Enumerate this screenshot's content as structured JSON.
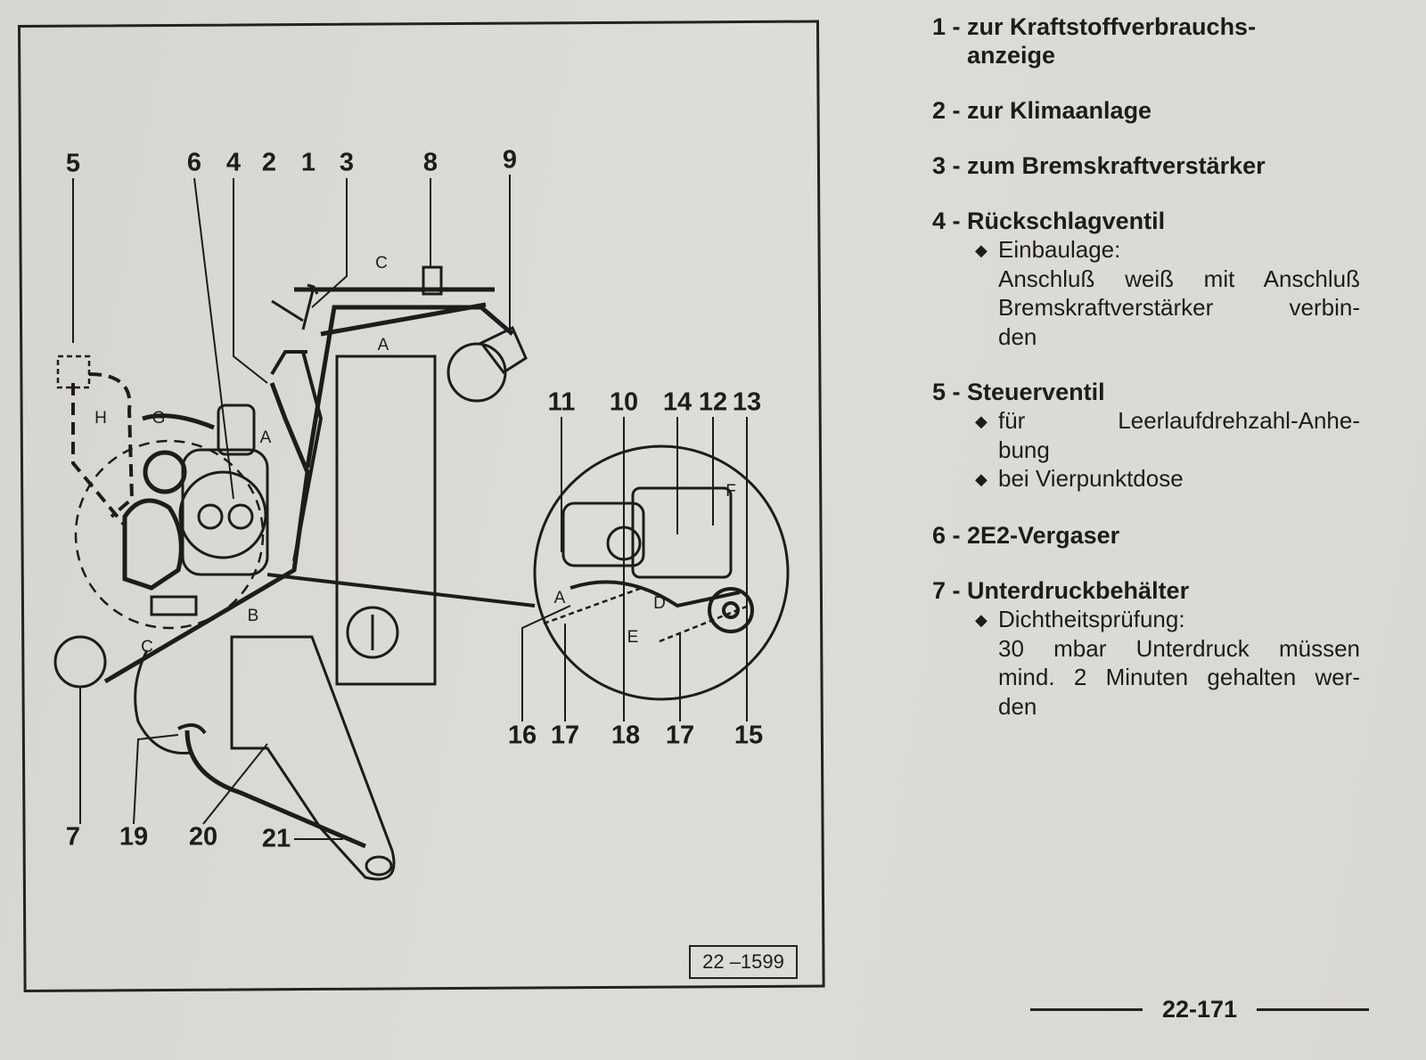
{
  "figure": {
    "id_label": "22 –1599",
    "callouts_top": [
      "5",
      "6",
      "4",
      "2",
      "1",
      "3",
      "8",
      "9"
    ],
    "callouts_inset_top": [
      "11",
      "10",
      "14",
      "12",
      "13"
    ],
    "callouts_inset_bottom": [
      "16",
      "17",
      "18",
      "17",
      "15"
    ],
    "callouts_bottom": [
      "7",
      "19",
      "20",
      "21"
    ],
    "hose_letters": [
      "C",
      "A",
      "H",
      "G",
      "A",
      "B",
      "C",
      "F",
      "A",
      "D",
      "E"
    ]
  },
  "legend": [
    {
      "num": "1 - ",
      "title": [
        "zur Kraftstoffverbrauchs-",
        "anzeige"
      ],
      "bullets": []
    },
    {
      "num": "2 - ",
      "title": [
        "zur Klimaanlage"
      ],
      "bullets": []
    },
    {
      "num": "3 - ",
      "title": [
        "zum Bremskraftverstärker"
      ],
      "bullets": []
    },
    {
      "num": "4 - ",
      "title": [
        "Rückschlagventil"
      ],
      "bullets": [
        [
          "Einbaulage:",
          "Anschluß weiß mit Anschluß",
          "Bremskraftverstärker verbin-",
          "den"
        ]
      ]
    },
    {
      "num": "5 - ",
      "title": [
        "Steuerventil"
      ],
      "bullets": [
        [
          "für Leerlaufdrehzahl-Anhe-",
          "bung"
        ],
        [
          "bei Vierpunktdose"
        ]
      ]
    },
    {
      "num": "6 - ",
      "title": [
        "2E2-Vergaser"
      ],
      "bullets": []
    },
    {
      "num": "7 - ",
      "title": [
        "Unterdruckbehälter"
      ],
      "bullets": [
        [
          "Dichtheitsprüfung:",
          "30 mbar Unterdruck müssen",
          "mind. 2 Minuten gehalten wer-",
          "den"
        ]
      ]
    }
  ],
  "page_number": "22-171",
  "icons": {
    "bullet": "diamond-bullet-icon"
  }
}
